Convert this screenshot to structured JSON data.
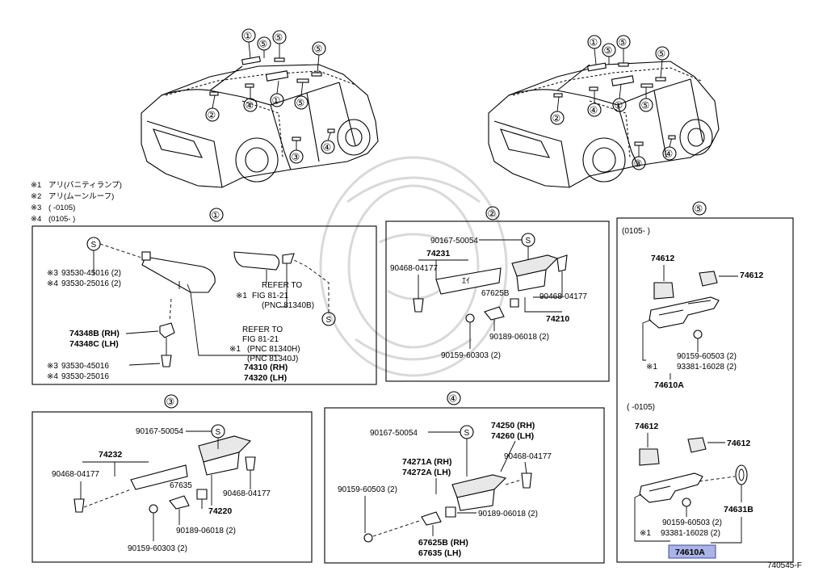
{
  "notes": [
    {
      "mark": "※1",
      "text": "アリ(バニティランプ)"
    },
    {
      "mark": "※2",
      "text": "アリ(ムーンルーフ)"
    },
    {
      "mark": "※3",
      "text": "(      -0105)"
    },
    {
      "mark": "※4",
      "text": "(0105-      )"
    }
  ],
  "section_numbers": [
    "①",
    "②",
    "③",
    "④",
    "⑤"
  ],
  "callout_numbers": {
    "c1": "①",
    "c2": "②",
    "c3": "③",
    "c4": "④",
    "c5": "⑤"
  },
  "s_mark": "S",
  "section1": {
    "label_93530_45016_2": "93530-45016 (2)",
    "label_93530_25016_2": "93530-25016 (2)",
    "mark3": "※3",
    "mark4": "※4",
    "mark1": "※1",
    "label_74348B": "74348B (RH)",
    "label_74348C": "74348C (LH)",
    "label_93530_45016": "93530-45016",
    "label_93530_25016": "93530-25016",
    "refer1_a": "REFER TO",
    "refer1_b": "FIG 81-21",
    "refer1_c": "(PNC 81340B)",
    "refer2_a": "REFER TO",
    "refer2_b": "FIG 81-21",
    "refer2_c": "(PNC 81340H)",
    "refer2_d": "(PNC 81340J)",
    "label_74310": "74310 (RH)",
    "label_74320": "74320 (LH)"
  },
  "section2": {
    "label_90167": "90167-50054",
    "label_74231": "74231",
    "label_90468_l": "90468-04177",
    "label_67625B": "67625B",
    "label_90468_r": "90468-04177",
    "label_74210": "74210",
    "label_90189": "90189-06018 (2)",
    "label_90159": "90159-60303 (2)"
  },
  "section3": {
    "label_90167": "90167-50054",
    "label_74232": "74232",
    "label_90468_l": "90468-04177",
    "label_67635": "67635",
    "label_90468_r": "90468-04177",
    "label_74220": "74220",
    "label_90189": "90189-06018 (2)",
    "label_90159": "90159-60303 (2)"
  },
  "section4": {
    "label_90167": "90167-50054",
    "label_74250": "74250 (RH)",
    "label_74260": "74260 (LH)",
    "label_74271A": "74271A (RH)",
    "label_74272A": "74272A (LH)",
    "label_90468": "90468-04177",
    "label_90159": "90159-60503 (2)",
    "label_90189": "90189-06018 (2)",
    "label_67625B": "67625B (RH)",
    "label_67635": "67635  (LH)"
  },
  "section5": {
    "range_top": "(0105-      )",
    "label_74612_a": "74612",
    "label_74612_b": "74612",
    "label_90159": "90159-60503 (2)",
    "label_93381": "93381-16028 (2)",
    "mark1": "※1",
    "label_74610A": "74610A",
    "range_bottom": "(      -0105)",
    "label_74612_c": "74612",
    "label_74612_d": "74612",
    "label_74631B": "74631B",
    "label_90159_b": "90159-60503 (2)",
    "label_93381_b": "93381-16028 (2)",
    "mark1_b": "※1",
    "highlight_part": "74610A"
  },
  "figure_id": "740545-F",
  "colors": {
    "highlight": "#aab4e6",
    "line": "#000000",
    "watermark": "#d9d9d9"
  }
}
